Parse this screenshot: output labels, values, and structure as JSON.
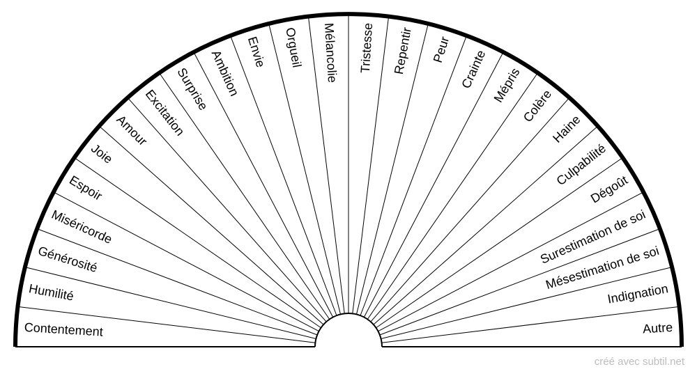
{
  "pendulum_chart": {
    "labels": [
      "Contentement",
      "Humilité",
      "Générosité",
      "Miséricorde",
      "Espoir",
      "Joie",
      "Amour",
      "Excitation",
      "Surprise",
      "Ambition",
      "Envie",
      "Orgueil",
      "Mélancolie",
      "Tristesse",
      "Repentir",
      "Peur",
      "Crainte",
      "Mépris",
      "Colère",
      "Haine",
      "Culpabilité",
      "Dégoût",
      "Surestimation de soi",
      "Mésestimation de soi",
      "Indignation",
      "Autre"
    ]
  },
  "credit": "créé avec subtil.net",
  "colors": {
    "line": "#000000",
    "credit": "#bdbdbd"
  }
}
